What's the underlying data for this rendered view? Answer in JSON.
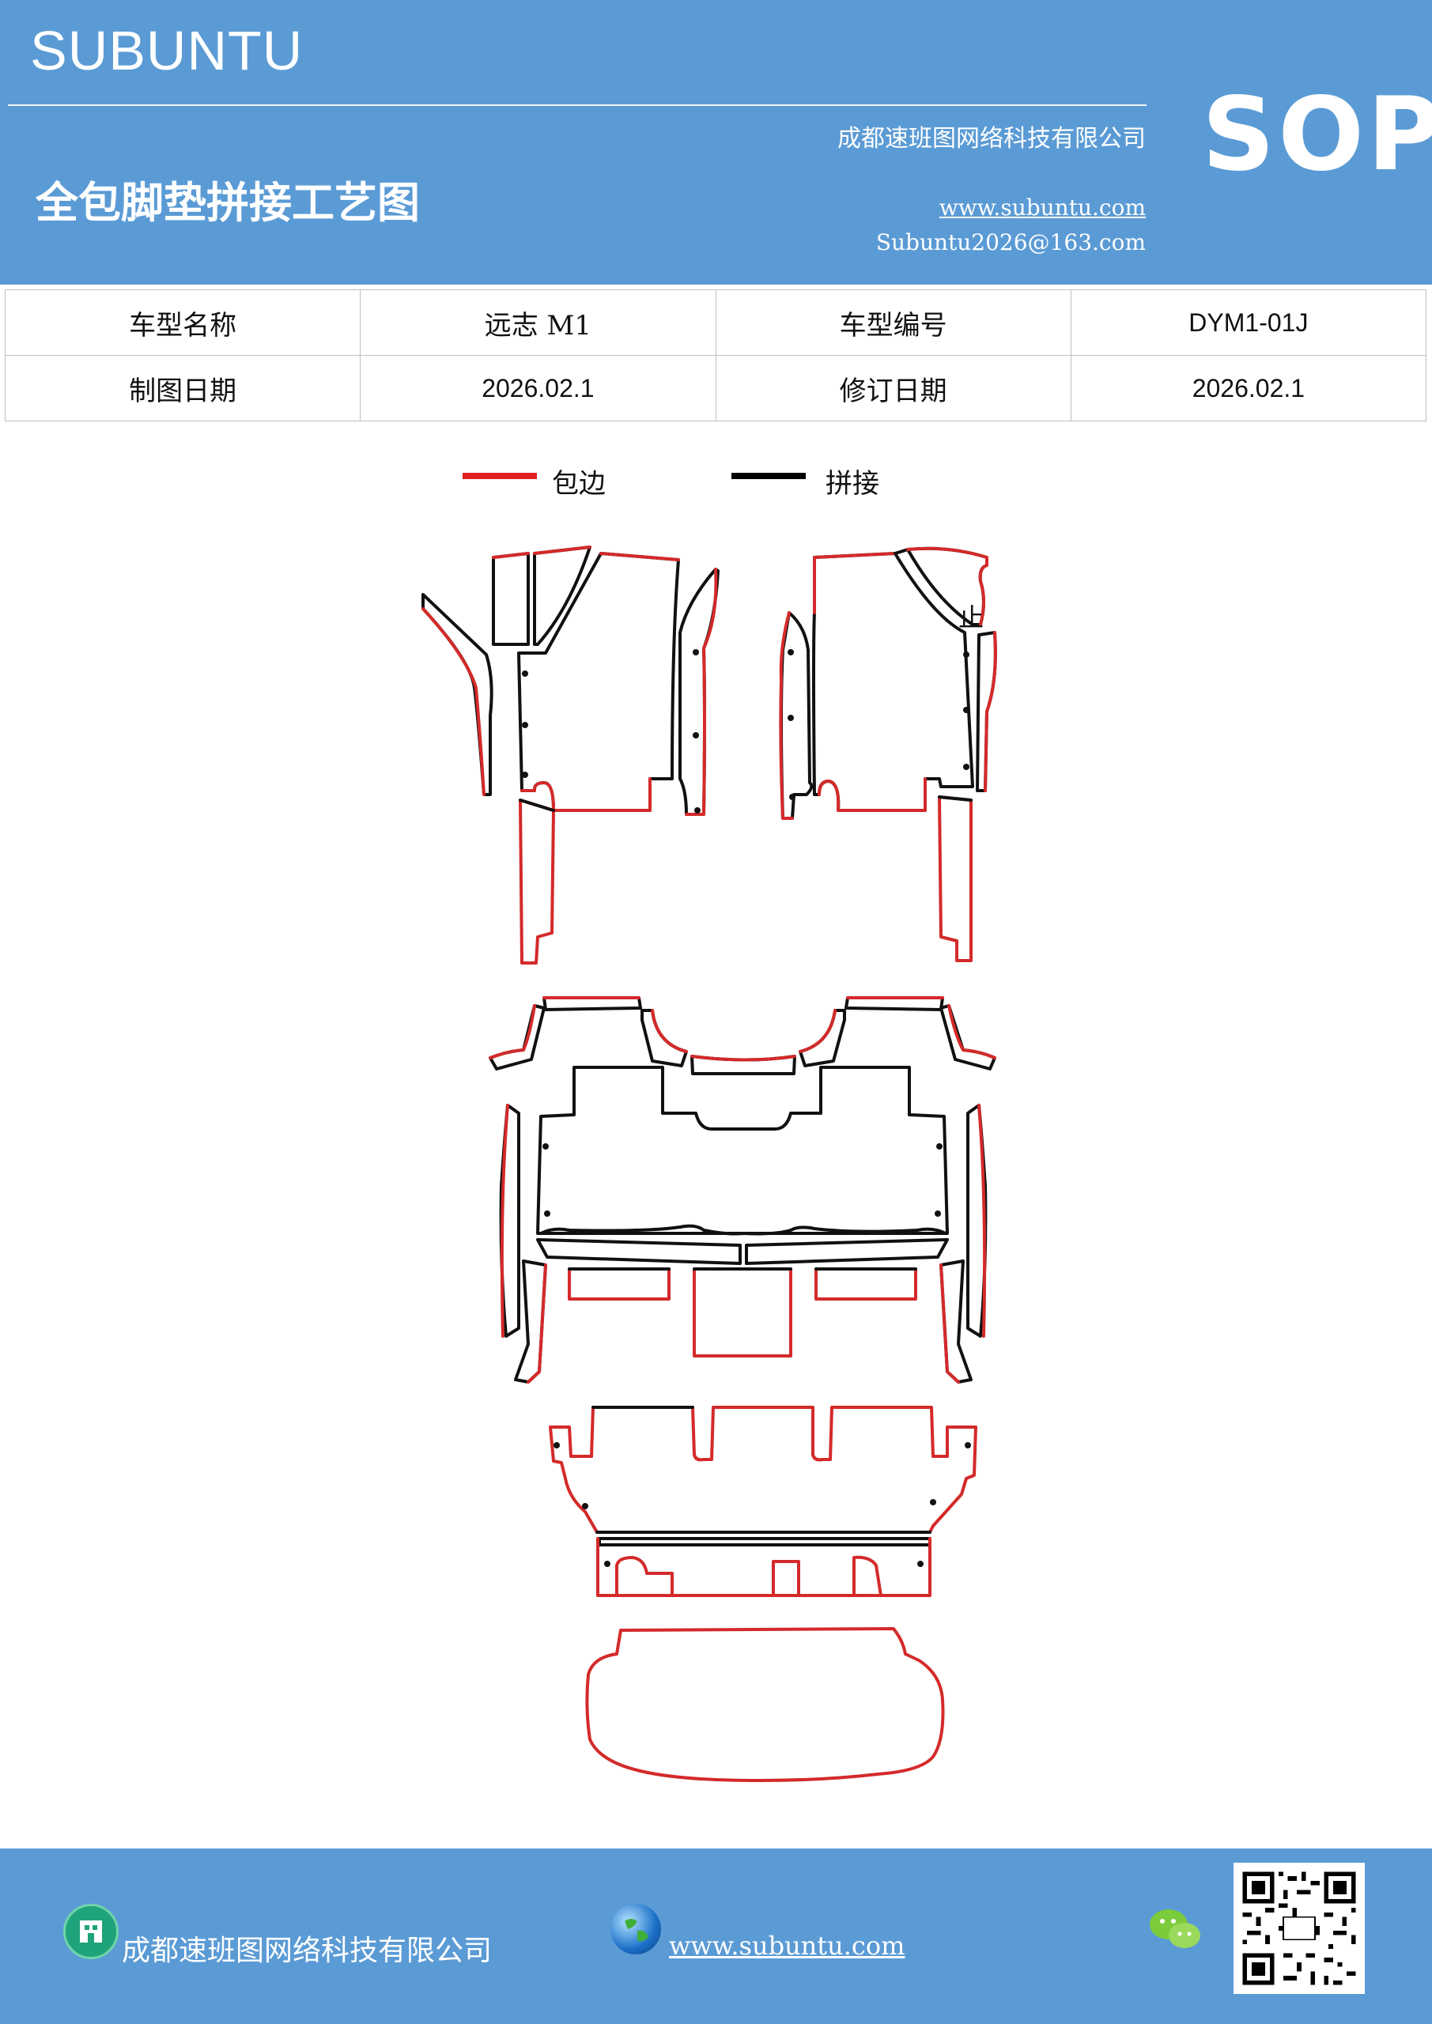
{
  "header": {
    "brand": "SUBUNTU",
    "company": "成都速班图网络科技有限公司",
    "title": "全包脚垫拼接工艺图",
    "website": "www.subuntu.com",
    "email": "Subuntu2026@163.com",
    "sop": "SOP",
    "background": "#5b9bd5"
  },
  "info_table": {
    "rows": [
      [
        "车型名称",
        "远志 M1",
        "车型编号",
        "DYM1-01J"
      ],
      [
        "制图日期",
        "2026.02.1",
        "修订日期",
        "2026.02.1"
      ]
    ]
  },
  "legend": {
    "edge": {
      "label": "包边",
      "color": "#e02020"
    },
    "splice": {
      "label": "拼接",
      "color": "#000000"
    }
  },
  "diagram": {
    "annotation": "止",
    "edge_color": "#d42a2a",
    "splice_color": "#111111"
  },
  "footer": {
    "company": "成都速班图网络科技有限公司",
    "website": "www.subuntu.com",
    "company_icon": "building-icon",
    "web_icon": "globe-icon",
    "social_icon": "wechat-icon",
    "qr": "qr-code"
  }
}
